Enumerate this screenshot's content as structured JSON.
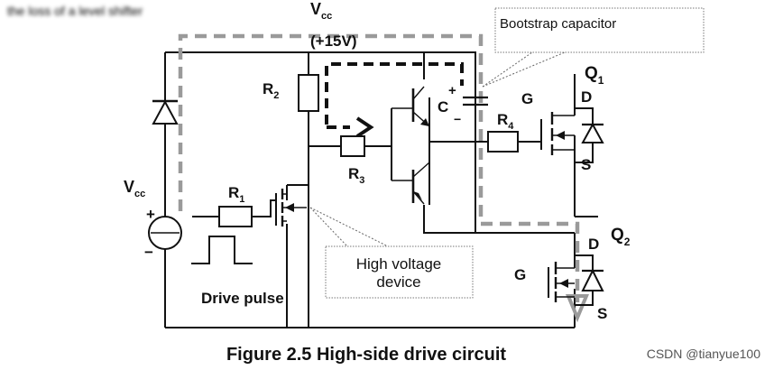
{
  "header": {
    "top_text": "the loss of a level shifter"
  },
  "labels": {
    "vcc_top": "V",
    "vcc_top_sub": "cc",
    "vcc_value": "(+15V)",
    "vcc_left": "V",
    "vcc_left_sub": "cc",
    "r1": "R",
    "r1_sub": "1",
    "r2": "R",
    "r2_sub": "2",
    "r3": "R",
    "r3_sub": "3",
    "r4": "R",
    "r4_sub": "4",
    "c": "C",
    "c_plus": "+",
    "c_minus": "−",
    "q1": "Q",
    "q1_sub": "1",
    "q2": "Q",
    "q2_sub": "2",
    "d_q1": "D",
    "s_q1": "S",
    "g_q1": "G",
    "d_q2": "D",
    "s_q2": "S",
    "g_q2": "G",
    "src_plus": "+",
    "src_minus": "−",
    "drive_pulse": "Drive pulse"
  },
  "callouts": {
    "bootstrap": "Bootstrap capacitor",
    "hv_line1": "High voltage",
    "hv_line2": "device"
  },
  "caption": "Figure 2.5 High-side drive circuit",
  "watermark": "CSDN @tianyue100",
  "colors": {
    "wire": "#111111",
    "gray_path": "#9a9a9a",
    "black_path": "#111111"
  }
}
